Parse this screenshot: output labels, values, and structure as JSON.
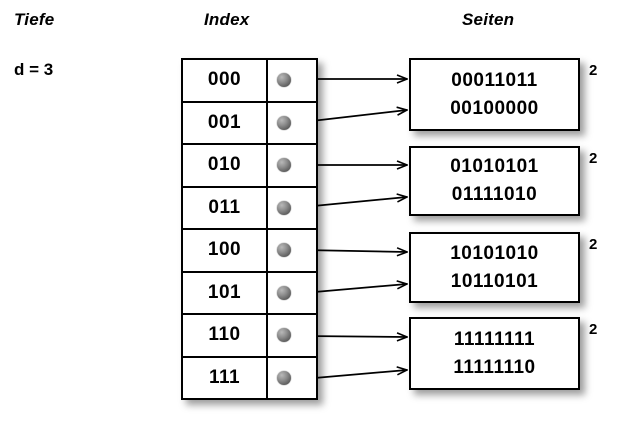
{
  "headers": {
    "depth": "Tiefe",
    "index": "Index",
    "pages": "Seiten"
  },
  "depth": {
    "label": "d = 3"
  },
  "index_table": {
    "rows": [
      {
        "key": "000",
        "pointer": "pointer-dot",
        "target": 0
      },
      {
        "key": "001",
        "pointer": "pointer-dot",
        "target": 0
      },
      {
        "key": "010",
        "pointer": "pointer-dot",
        "target": 1
      },
      {
        "key": "011",
        "pointer": "pointer-dot",
        "target": 1
      },
      {
        "key": "100",
        "pointer": "pointer-dot",
        "target": 2
      },
      {
        "key": "101",
        "pointer": "pointer-dot",
        "target": 2
      },
      {
        "key": "110",
        "pointer": "pointer-dot",
        "target": 3
      },
      {
        "key": "111",
        "pointer": "pointer-dot",
        "target": 3
      }
    ]
  },
  "pages": [
    {
      "lines": [
        "00011011",
        "00100000"
      ],
      "count": "2"
    },
    {
      "lines": [
        "01010101",
        "01111010"
      ],
      "count": "2"
    },
    {
      "lines": [
        "10101010",
        "10110101"
      ],
      "count": "2"
    },
    {
      "lines": [
        "11111111",
        "11111110"
      ],
      "count": "2"
    }
  ],
  "colors": {
    "line": "#000000",
    "background": "#ffffff",
    "dot_light": "#b9b9b9",
    "dot_dark": "#3a3a3a",
    "shadow": "rgba(0,0,0,0.38)"
  }
}
